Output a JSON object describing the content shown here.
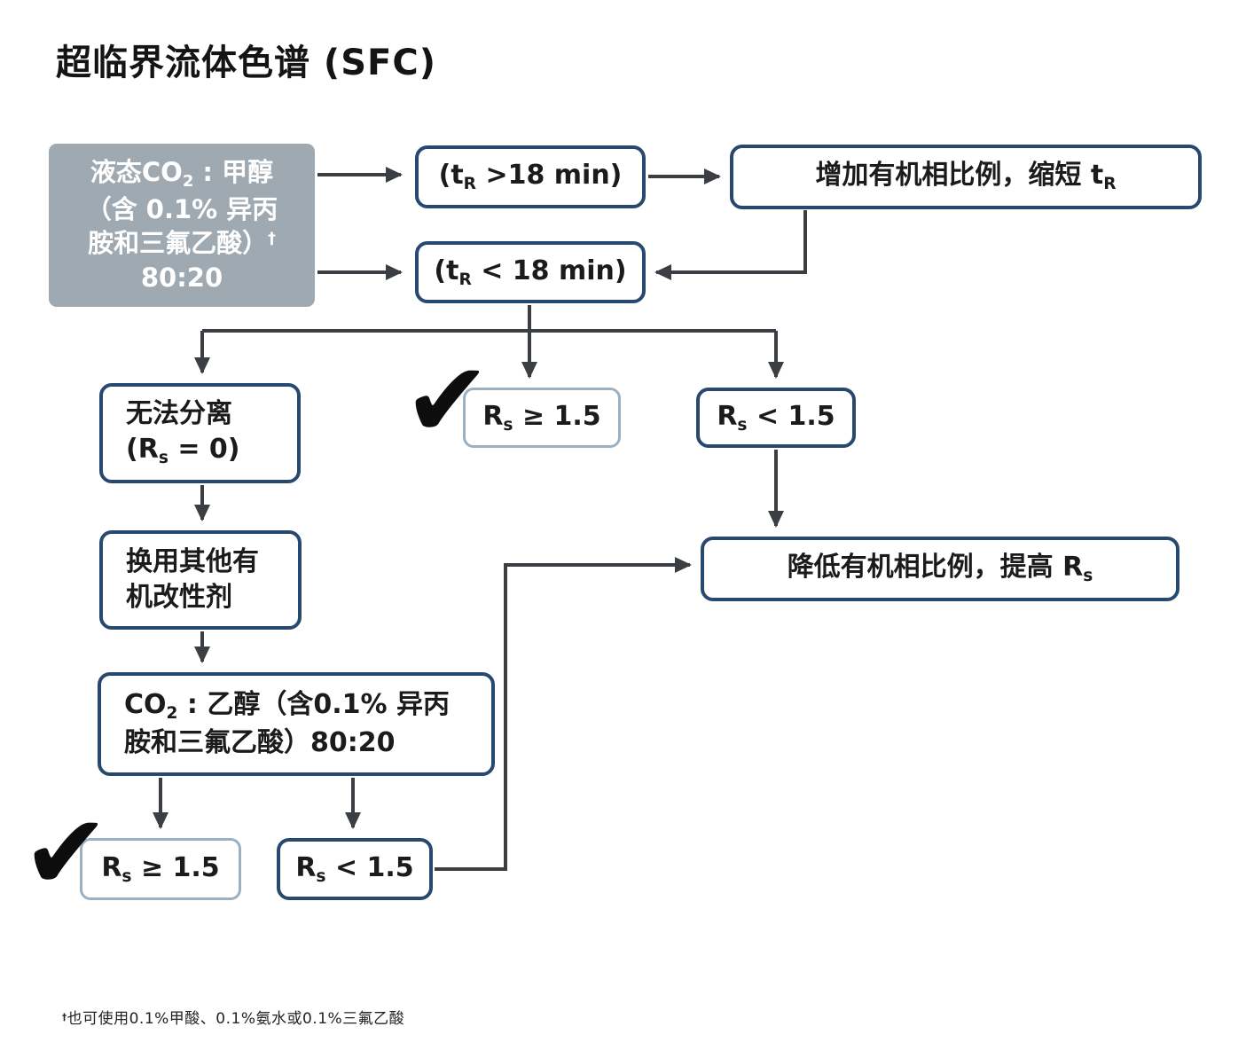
{
  "title": "超临界流体色谱 (SFC)",
  "colors": {
    "box_border_dark": "#27496f",
    "box_border_light": "#9bb0c0",
    "start_box_fill": "#9ea9b1",
    "arrow": "#3b3f44"
  },
  "nodes": {
    "start": {
      "l1a": "液态CO",
      "l1sub": "2",
      "l1b": " : 甲醇",
      "l2": "（含 0.1% 异丙",
      "l3a": "胺和三氟乙酸）",
      "l3sup": "†",
      "l4": "80:20"
    },
    "tr_gt18": {
      "pre": "(t",
      "sub": "R",
      "post": " >18 min)"
    },
    "increase": {
      "pre": "增加有机相比例，缩短 t",
      "sub": "R"
    },
    "tr_lt18": {
      "pre": "(t",
      "sub": "R",
      "post": " < 18 min)"
    },
    "no_sep": {
      "l1": "无法分离",
      "l2pre": "(R",
      "l2sub": "s",
      "l2post": " = 0)"
    },
    "rs_ge_top": {
      "pre": "R",
      "sub": "s",
      "post": " ≥ 1.5"
    },
    "rs_lt_top": {
      "pre": "R",
      "sub": "s",
      "post": " < 1.5"
    },
    "change_modifier": {
      "l1": "换用其他有",
      "l2": "机改性剂"
    },
    "lower": {
      "pre": "降低有机相比例，提高 R",
      "sub": "s"
    },
    "co2_ethanol": {
      "l1a": "CO",
      "l1sub": "2",
      "l1b": " : 乙醇（含0.1% 异丙",
      "l2": "胺和三氟乙酸）80:20"
    },
    "rs_ge_bottom": {
      "pre": "R",
      "sub": "s",
      "post": " ≥ 1.5"
    },
    "rs_lt_bottom": {
      "pre": "R",
      "sub": "s",
      "post": " < 1.5"
    }
  },
  "icons": {
    "check": "✔"
  },
  "footnote": {
    "dagger": "†",
    "text": "也可使用0.1%甲酸、0.1%氨水或0.1%三氟乙酸"
  }
}
